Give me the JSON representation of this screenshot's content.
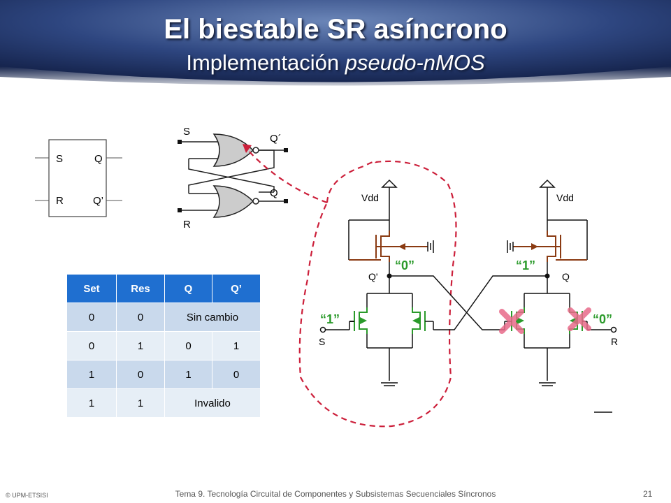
{
  "slide": {
    "title": "El biestable SR asíncrono",
    "subtitle_plain": "Implementación ",
    "subtitle_italic": "pseudo-nMOS"
  },
  "block_symbol": {
    "s": "S",
    "q": "Q",
    "r": "R",
    "qbar": "Q’"
  },
  "gate_diagram": {
    "s": "S",
    "qbar": "Q´",
    "q": "Q",
    "r": "R"
  },
  "truth_table": {
    "headers": [
      "Set",
      "Res",
      "Q",
      "Q’"
    ],
    "rows": [
      [
        "0",
        "0",
        "Sin cambio"
      ],
      [
        "0",
        "1",
        "0",
        "1"
      ],
      [
        "1",
        "0",
        "1",
        "0"
      ],
      [
        "1",
        "1",
        "Invalido"
      ]
    ]
  },
  "circuit": {
    "vdd_left": "Vdd",
    "vdd_right": "Vdd",
    "qbar_node": "Q'",
    "q_node": "Q",
    "s_input": "S",
    "r_input": "R",
    "val_left_top": "“0”",
    "val_right_top": "“1”",
    "val_left_in": "“1”",
    "val_right_in": "“0”"
  },
  "footer": {
    "copyright": "© UPM-ETSISI",
    "course": "Tema 9. Tecnología Circuital de Componentes y Subsistemas Secuenciales Síncronos",
    "page": "21"
  },
  "colors": {
    "banner_dark": "#14224a",
    "banner_light": "#6b86b8",
    "table_header": "#1f6fd0",
    "pmos": "#8a3a12",
    "nmos_arrow": "#2a9a2a",
    "dashed": "#cc1f3a",
    "cross": "#e86a8a"
  }
}
